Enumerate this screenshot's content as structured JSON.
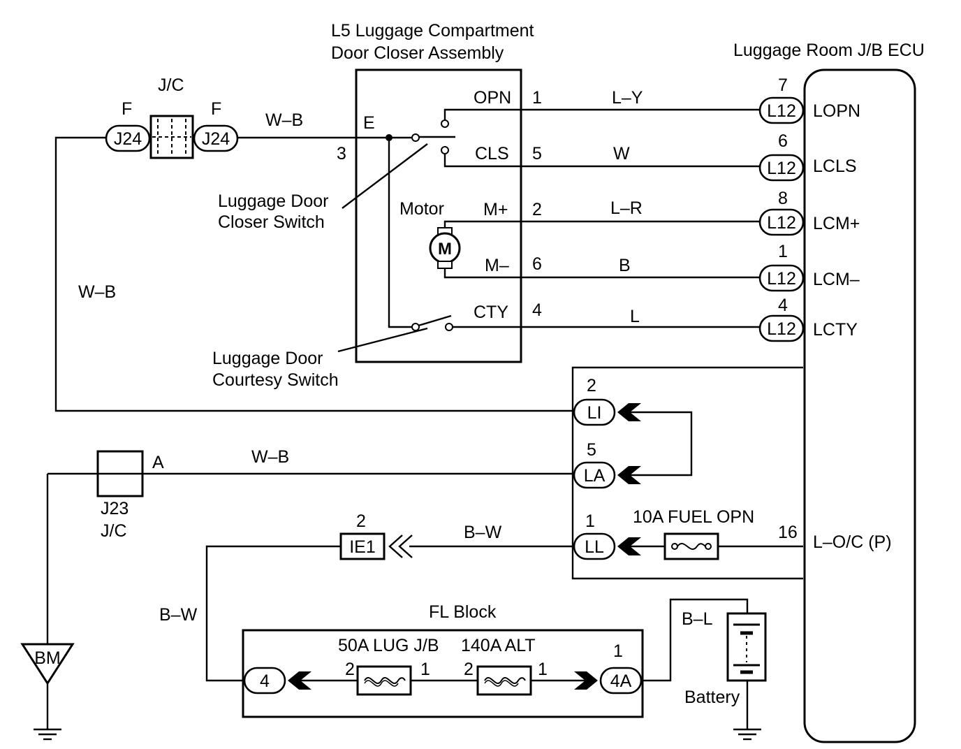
{
  "titles": {
    "assembly_line1": "L5 Luggage Compartment",
    "assembly_line2": "Door Closer Assembly",
    "ecu": "Luggage Room J/B ECU",
    "jc_top": "J/C",
    "fl_block": "FL Block"
  },
  "jc_top": {
    "side_left": "F",
    "side_right": "F",
    "connector": "J24"
  },
  "assembly": {
    "pin_e": "E",
    "pin_3": "3",
    "motor_label": "Motor",
    "motor_symbol": "M",
    "rows": [
      {
        "name": "OPN",
        "pin": "1",
        "wire": "L–Y"
      },
      {
        "name": "CLS",
        "pin": "5",
        "wire": "W"
      },
      {
        "name": "M+",
        "pin": "2",
        "wire": "L–R"
      },
      {
        "name": "M–",
        "pin": "6",
        "wire": "B"
      },
      {
        "name": "CTY",
        "pin": "4",
        "wire": "L"
      }
    ]
  },
  "switch_labels": {
    "closer_line1": "Luggage Door",
    "closer_line2": "Closer Switch",
    "courtesy_line1": "Luggage Door",
    "courtesy_line2": "Courtesy Switch"
  },
  "ecu_terminals": [
    {
      "connector": "L12",
      "pin": "7",
      "name": "LOPN"
    },
    {
      "connector": "L12",
      "pin": "6",
      "name": "LCLS"
    },
    {
      "connector": "L12",
      "pin": "8",
      "name": "LCM+"
    },
    {
      "connector": "L12",
      "pin": "1",
      "name": "LCM–"
    },
    {
      "connector": "L12",
      "pin": "4",
      "name": "LCTY"
    }
  ],
  "wires": {
    "wb_left": "W–B",
    "wb_top": "W–B",
    "wb_mid": "W–B",
    "bw_mid": "B–W",
    "bw_left": "B–W",
    "bl": "B–L"
  },
  "jb_connectors": [
    {
      "connector": "LI",
      "pin": "2"
    },
    {
      "connector": "LA",
      "pin": "5"
    },
    {
      "connector": "LL",
      "pin": "1"
    }
  ],
  "fuel_fuse": {
    "label": "10A FUEL OPN",
    "pin": "16",
    "terminal": "L–O/C (P)"
  },
  "ie1": {
    "connector": "IE1",
    "pin": "2"
  },
  "j23": {
    "pin": "A",
    "line1": "J23",
    "line2": "J/C"
  },
  "ground": {
    "label": "BM"
  },
  "fl": {
    "fuse_lug": "50A LUG J/B",
    "fuse_alt": "140A ALT",
    "lug_pin_left": "2",
    "lug_pin_right": "1",
    "alt_pin_left": "2",
    "alt_pin_right": "1",
    "conn_left": "4",
    "conn_right": "4A",
    "conn_right_pin": "1"
  },
  "battery": {
    "label": "Battery"
  }
}
